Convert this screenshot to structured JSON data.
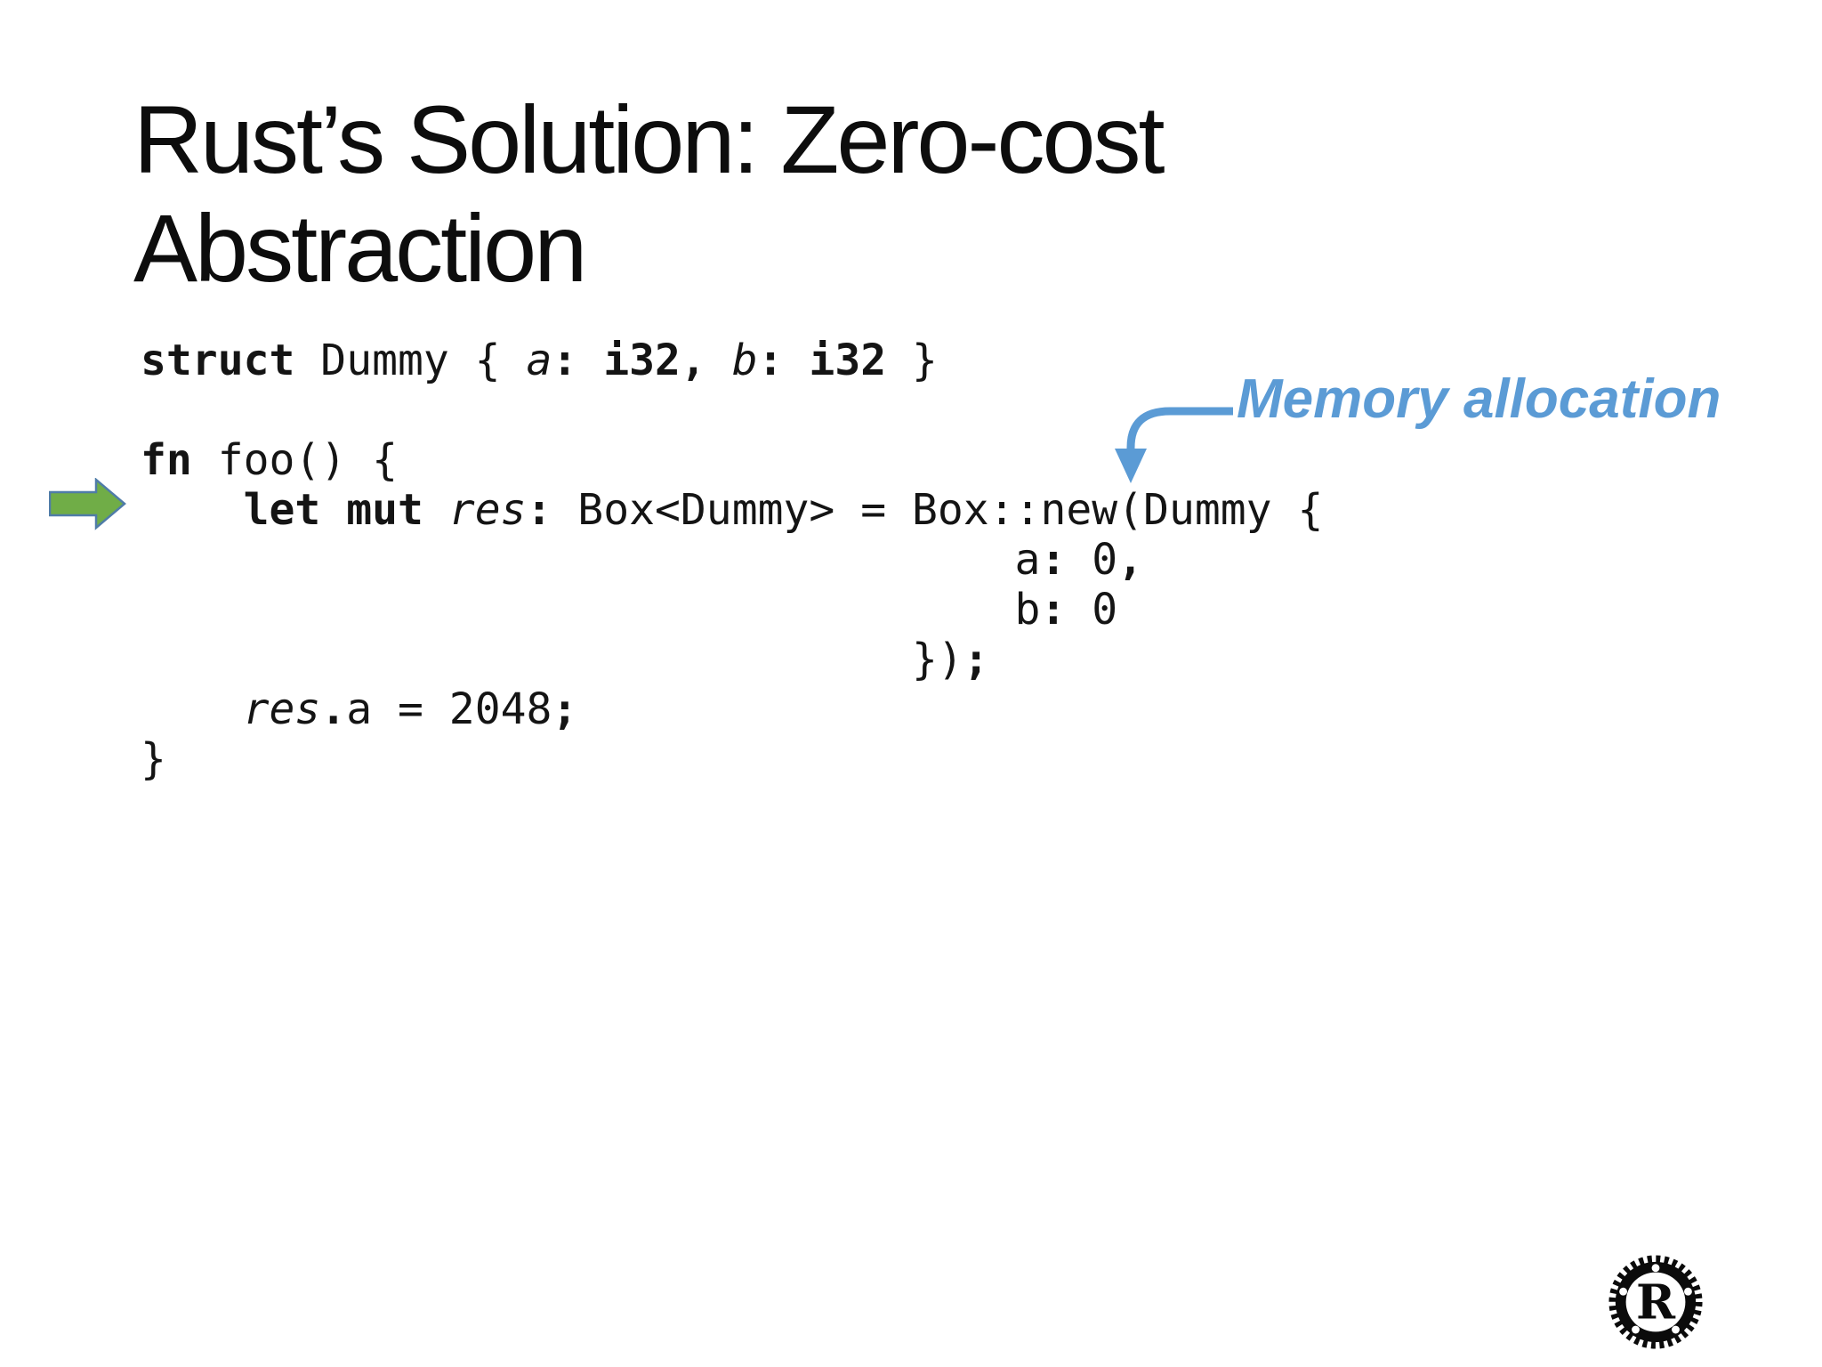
{
  "slide": {
    "title_line1": "Rust’s Solution: Zero-cost",
    "title_line2": "Abstraction"
  },
  "annotation": {
    "label": "Memory allocation",
    "color": "#5B9BD5"
  },
  "pointer_arrow": {
    "fill": "#70AD47",
    "stroke": "#4F7CA8"
  },
  "code": {
    "lines": [
      [
        {
          "t": "struct",
          "s": "b"
        },
        {
          "t": " Dummy { ",
          "s": "n"
        },
        {
          "t": "a",
          "s": "i"
        },
        {
          "t": ":",
          "s": "b"
        },
        {
          "t": " ",
          "s": "n"
        },
        {
          "t": "i32,",
          "s": "b"
        },
        {
          "t": " ",
          "s": "n"
        },
        {
          "t": "b",
          "s": "i"
        },
        {
          "t": ":",
          "s": "b"
        },
        {
          "t": " ",
          "s": "n"
        },
        {
          "t": "i32",
          "s": "b"
        },
        {
          "t": " }",
          "s": "n"
        }
      ],
      [],
      [
        {
          "t": "fn",
          "s": "b"
        },
        {
          "t": " foo() {",
          "s": "n"
        }
      ],
      [
        {
          "t": "    ",
          "s": "n"
        },
        {
          "t": "let mut",
          "s": "b"
        },
        {
          "t": " ",
          "s": "n"
        },
        {
          "t": "res",
          "s": "i"
        },
        {
          "t": ":",
          "s": "b"
        },
        {
          "t": " Box<Dummy> = Box::new(Dummy {",
          "s": "n"
        }
      ],
      [
        {
          "t": "                                  a",
          "s": "n"
        },
        {
          "t": ":",
          "s": "b"
        },
        {
          "t": " 0",
          "s": "n"
        },
        {
          "t": ",",
          "s": "b"
        }
      ],
      [
        {
          "t": "                                  b",
          "s": "n"
        },
        {
          "t": ":",
          "s": "b"
        },
        {
          "t": " 0",
          "s": "n"
        }
      ],
      [
        {
          "t": "                              })",
          "s": "n"
        },
        {
          "t": ";",
          "s": "b"
        }
      ],
      [
        {
          "t": "    ",
          "s": "n"
        },
        {
          "t": "res",
          "s": "i"
        },
        {
          "t": ".",
          "s": "b"
        },
        {
          "t": "a = 2048",
          "s": "n"
        },
        {
          "t": ";",
          "s": "b"
        }
      ],
      [
        {
          "t": "}",
          "s": "n"
        }
      ]
    ]
  },
  "logo": {
    "letter": "R"
  }
}
